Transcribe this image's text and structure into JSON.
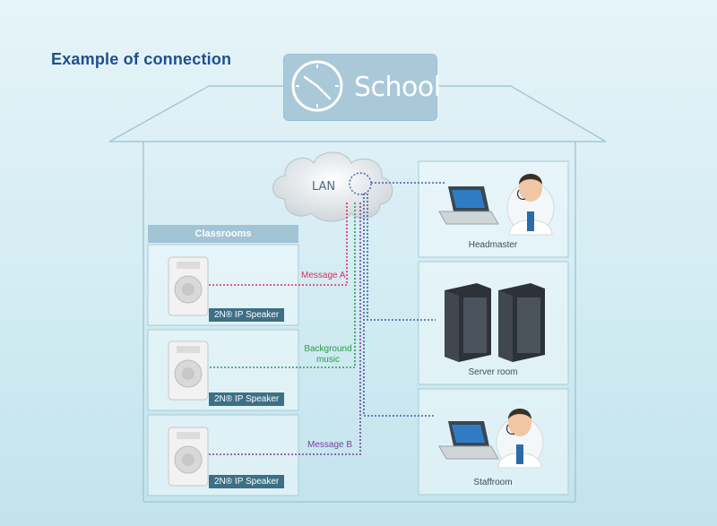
{
  "heading": "Example of connection",
  "school_label": "School",
  "lan_label": "LAN",
  "classrooms_header": "Classrooms",
  "speakers": [
    {
      "tag": "2N® IP Speaker"
    },
    {
      "tag": "2N® IP Speaker"
    },
    {
      "tag": "2N® IP Speaker"
    }
  ],
  "messages": {
    "a": "Message A",
    "bg_line1": "Background",
    "bg_line2": "music",
    "b": "Message B"
  },
  "rooms": {
    "headmaster": "Headmaster",
    "server": "Server room",
    "staffroom": "Staffroom"
  },
  "colors": {
    "message_a": "#d7335e",
    "background_music": "#2f9b47",
    "message_b": "#7b3fa0",
    "lan_link": "#3b63a6"
  }
}
